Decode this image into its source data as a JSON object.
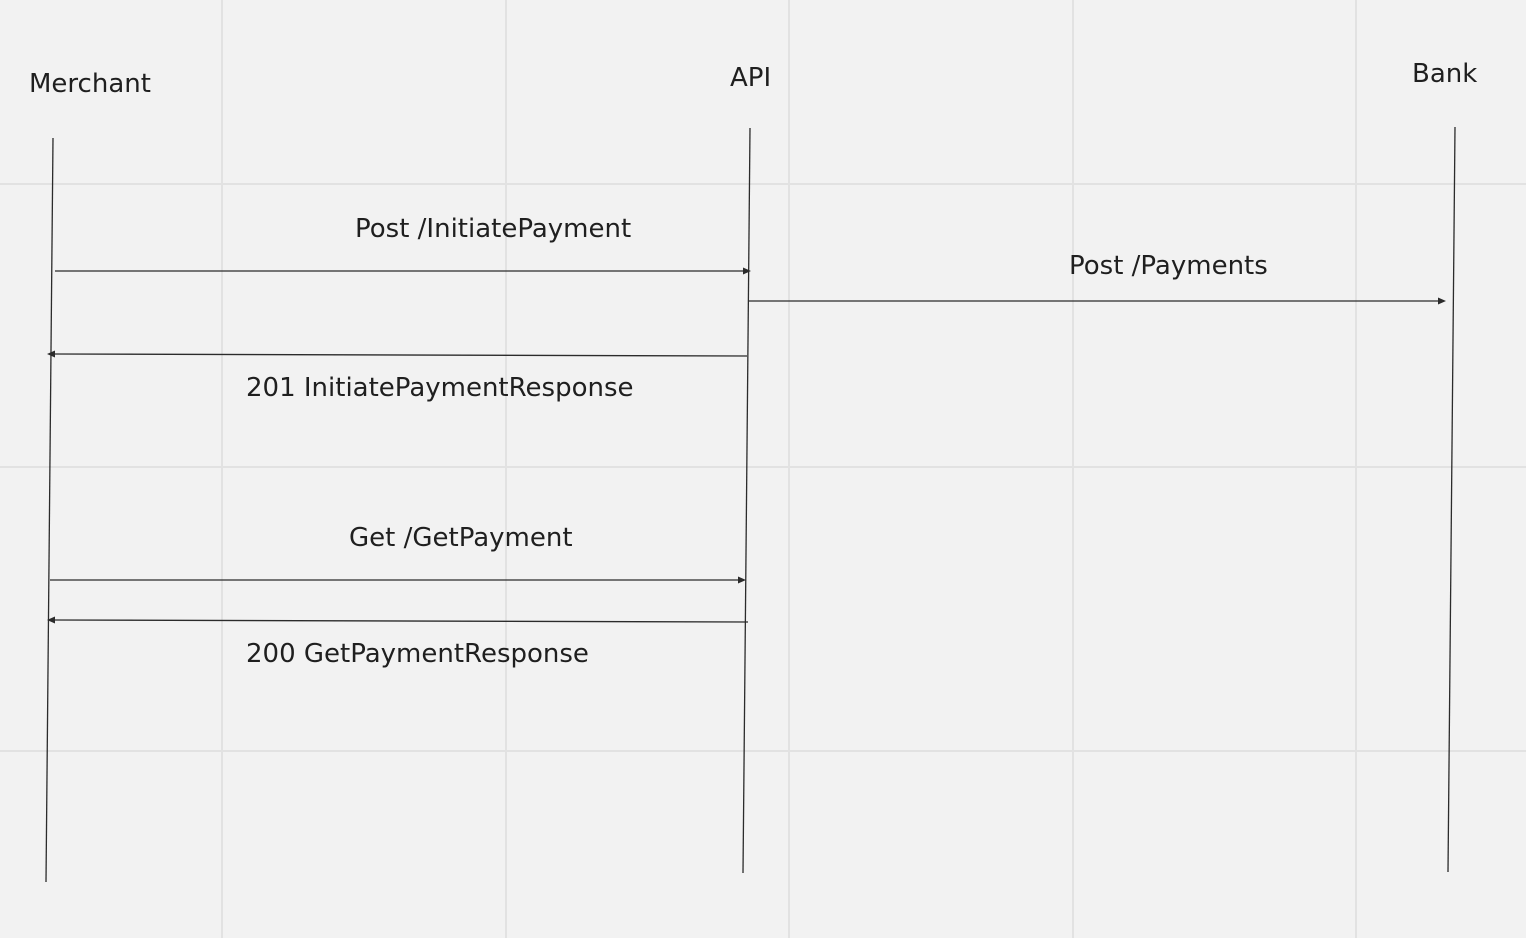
{
  "participants": {
    "merchant": "Merchant",
    "api": "API",
    "bank": "Bank"
  },
  "messages": {
    "initiate_request": "Post /InitiatePayment",
    "payments_request": "Post /Payments",
    "initiate_response": "201 InitiatePaymentResponse",
    "get_request": "Get /GetPayment",
    "get_response": "200 GetPaymentResponse"
  }
}
